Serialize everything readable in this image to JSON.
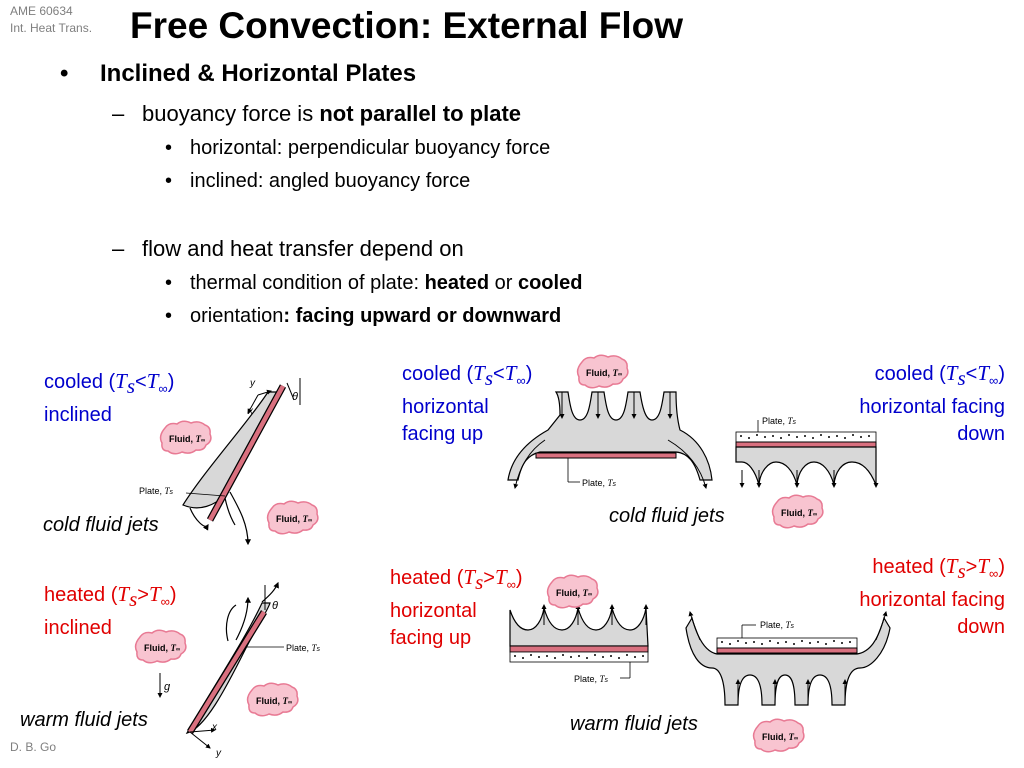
{
  "header": {
    "course_code": "AME 60634",
    "course_name": "Int. Heat Trans.",
    "title": "Free Convection: External Flow"
  },
  "footer": {
    "author": "D. B. Go"
  },
  "bullets": {
    "main": "Inclined & Horizontal Plates",
    "sub1": {
      "text": "buoyancy force is ",
      "bold": "not parallel to plate"
    },
    "sub1_items": [
      "horizontal: perpendicular buoyancy force",
      "inclined: angled buoyancy force"
    ],
    "sub2": {
      "text": "flow and heat transfer depend on"
    },
    "sub2_item1": {
      "text": "thermal condition of plate: ",
      "bold1": "heated",
      "mid": " or ",
      "bold2": "cooled"
    },
    "sub2_item2": {
      "text": "orientation",
      "bold": ": facing upward or downward"
    }
  },
  "labels": {
    "cooled_inclined": {
      "state": "cooled (",
      "T": "T",
      "s": "s",
      "op": "<",
      "inf": "T",
      "infsub": "∞",
      "close": ")",
      "line2": "inclined"
    },
    "cooled_up": {
      "state": "cooled (",
      "T": "T",
      "s": "s",
      "op": "<",
      "inf": "T",
      "infsub": "∞",
      "close": ")",
      "line2": "horizontal",
      "line3": "facing up"
    },
    "cooled_down": {
      "state": "cooled (",
      "T": "T",
      "s": "s",
      "op": "<",
      "inf": "T",
      "infsub": "∞",
      "close": ")",
      "line2": "horizontal facing",
      "line3": "down"
    },
    "heated_inclined": {
      "state": "heated (",
      "T": "T",
      "s": "s",
      "op": ">",
      "inf": "T",
      "infsub": "∞",
      "close": ")",
      "line2": "inclined"
    },
    "heated_up": {
      "state": "heated (",
      "T": "T",
      "s": "s",
      "op": ">",
      "inf": "T",
      "infsub": "∞",
      "close": ")",
      "line2": "horizontal",
      "line3": "facing up"
    },
    "heated_down": {
      "state": "heated (",
      "T": "T",
      "s": "s",
      "op": ">",
      "inf": "T",
      "infsub": "∞",
      "close": ")",
      "line2": "horizontal facing",
      "line3": "down"
    }
  },
  "jets": {
    "cold": "cold fluid jets",
    "warm": "warm fluid jets"
  },
  "diagram": {
    "fluid_label": "Fluid,",
    "plate_label": "Plate,",
    "T_inf": "T",
    "inf_sub": "∞",
    "T_s": "T",
    "s_sub": "s",
    "axis_x": "x",
    "axis_y": "y",
    "angle": "θ",
    "gravity": "g"
  },
  "colors": {
    "title": "#000000",
    "cooled_label": "#0000cc",
    "heated_label": "#e00000",
    "plate_fill": "#d9707f",
    "fluid_blob": "#f8c4d0",
    "flow_region": "#d8d8d8"
  }
}
